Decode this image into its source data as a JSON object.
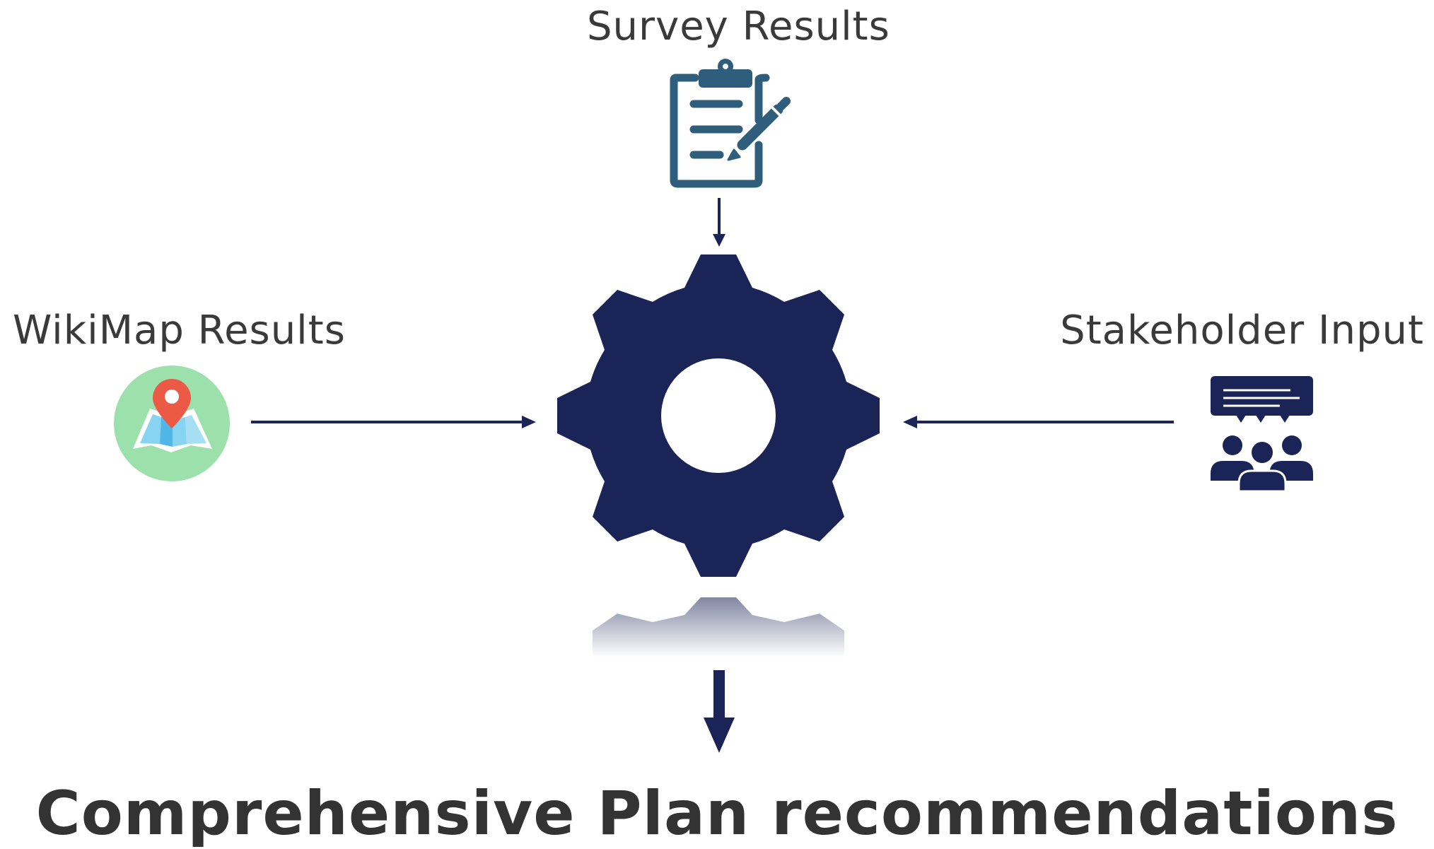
{
  "nodes": {
    "survey": {
      "label": "Survey Results",
      "icon": "clipboard-icon"
    },
    "wikimap": {
      "label": "WikiMap Results",
      "icon": "map-pin-icon"
    },
    "stakeholder": {
      "label": "Stakeholder Input",
      "icon": "group-discussion-icon"
    },
    "process": {
      "icon": "gear-icon"
    }
  },
  "output": {
    "label": "Comprehensive Plan recommendations"
  },
  "colors": {
    "navy": "#1b2457",
    "clipboard": "#2f5d7c",
    "text": "#3a3a3a",
    "map_circle": "#9ce0ab",
    "map_pin": "#ea5a45",
    "map_paper": "#86d3f2"
  }
}
